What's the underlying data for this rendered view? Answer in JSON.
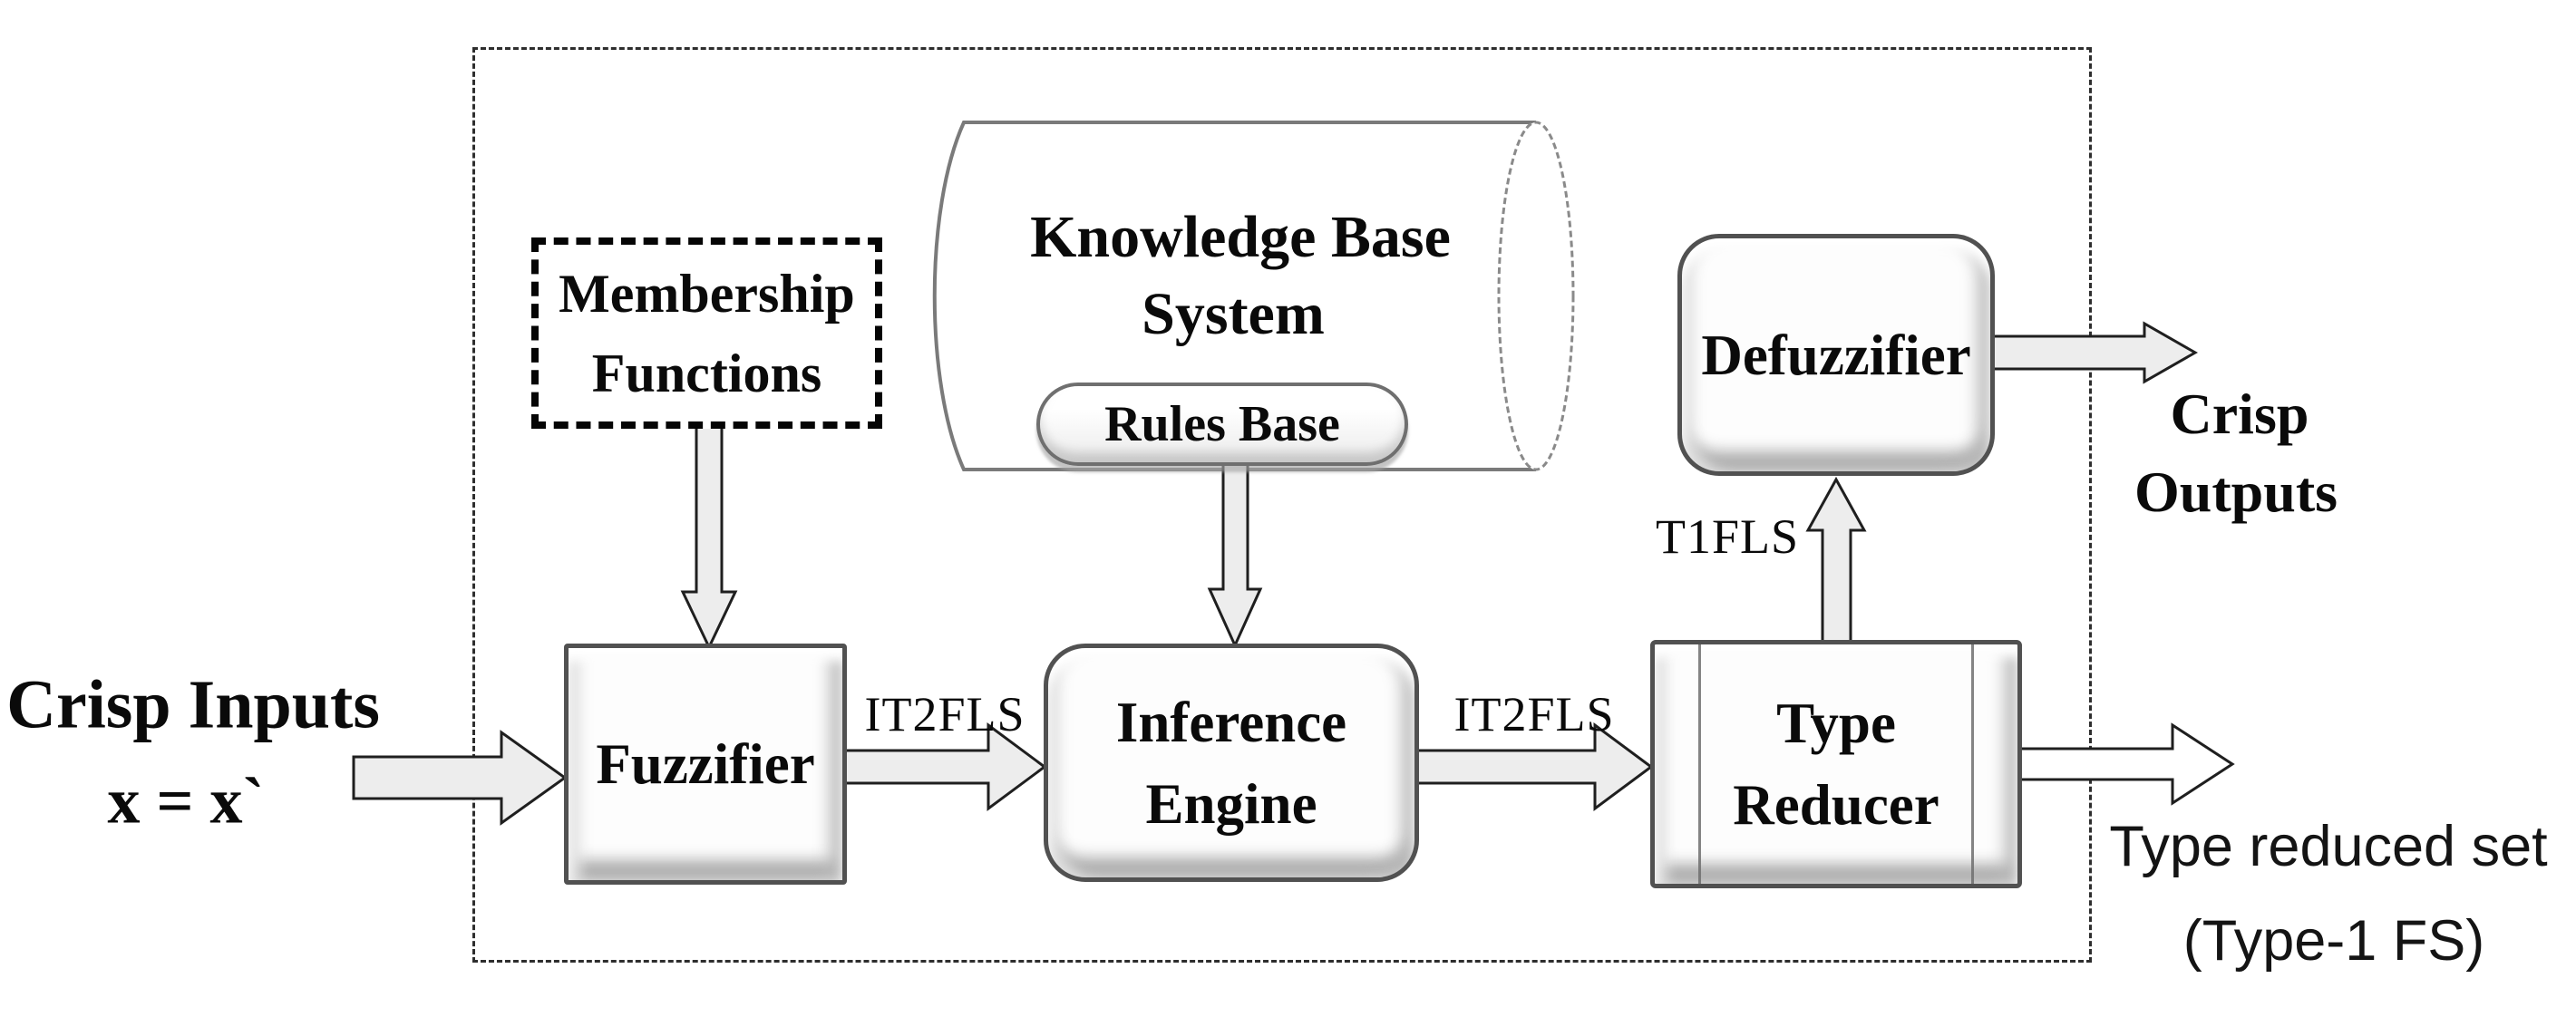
{
  "diagram": {
    "description": "Interval Type-2 Fuzzy Logic System block diagram"
  },
  "inputs": {
    "crisp_inputs_line1": "Crisp Inputs",
    "crisp_inputs_line2": "x = x`"
  },
  "outputs": {
    "crisp_outputs_line1": "Crisp",
    "crisp_outputs_line2": "Outputs",
    "type_reduced_line1": "Type reduced set",
    "type_reduced_line2": "(Type-1 FS)"
  },
  "blocks": {
    "membership": {
      "line1": "Membership",
      "line2": "Functions"
    },
    "fuzzifier": {
      "label": "Fuzzifier"
    },
    "knowledge_base": {
      "line1": "Knowledge Base",
      "line2": "System"
    },
    "rules_base": {
      "label": "Rules Base"
    },
    "inference": {
      "line1": "Inference",
      "line2": "Engine"
    },
    "type_reducer": {
      "line1": "Type",
      "line2": "Reducer"
    },
    "defuzzifier": {
      "label": "Defuzzifier"
    }
  },
  "signal_labels": {
    "fuzzifier_to_inference": "IT2FLS",
    "inference_to_type_reducer": "IT2FLS",
    "type_reducer_to_defuzzifier": "T1FLS"
  },
  "colors": {
    "background": "#ffffff",
    "line": "#1f1f1f",
    "box_border": "#515151",
    "arrow_fill": "#ededed",
    "arrow_fill_white": "#ffffff",
    "cylinder_stroke": "#7a7a7a",
    "text": "#0a0a0a"
  }
}
